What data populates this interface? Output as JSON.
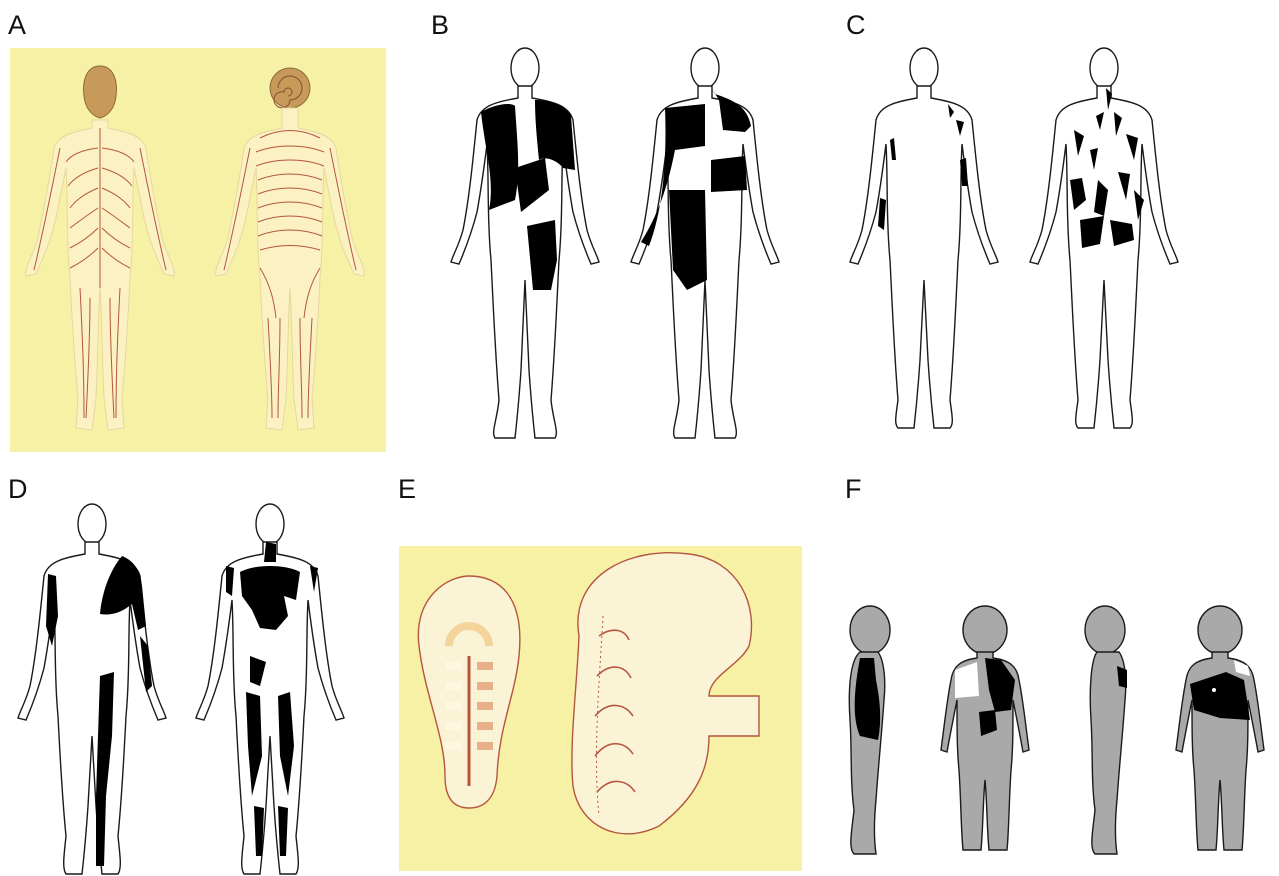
{
  "panels": [
    {
      "id": "A",
      "label": "A",
      "style": "blaschko-lines",
      "background": "#f7f1a5",
      "views": [
        "front",
        "back"
      ]
    },
    {
      "id": "B",
      "label": "B",
      "style": "black-patches",
      "views": [
        "front",
        "back"
      ]
    },
    {
      "id": "C",
      "label": "C",
      "style": "black-patches",
      "views": [
        "front",
        "back"
      ]
    },
    {
      "id": "D",
      "label": "D",
      "style": "black-patches",
      "views": [
        "front",
        "back"
      ]
    },
    {
      "id": "E",
      "label": "E",
      "style": "embryo-schematic",
      "background": "#f7f1a5"
    },
    {
      "id": "F",
      "label": "F",
      "style": "grey-child",
      "views": [
        "left-side",
        "front",
        "right-side",
        "back"
      ]
    }
  ],
  "colors": {
    "yellow_bg": "#f7f1a5",
    "body_line_red": "#b5563f",
    "patch_black": "#000000",
    "child_grey": "#a9a9a9"
  }
}
